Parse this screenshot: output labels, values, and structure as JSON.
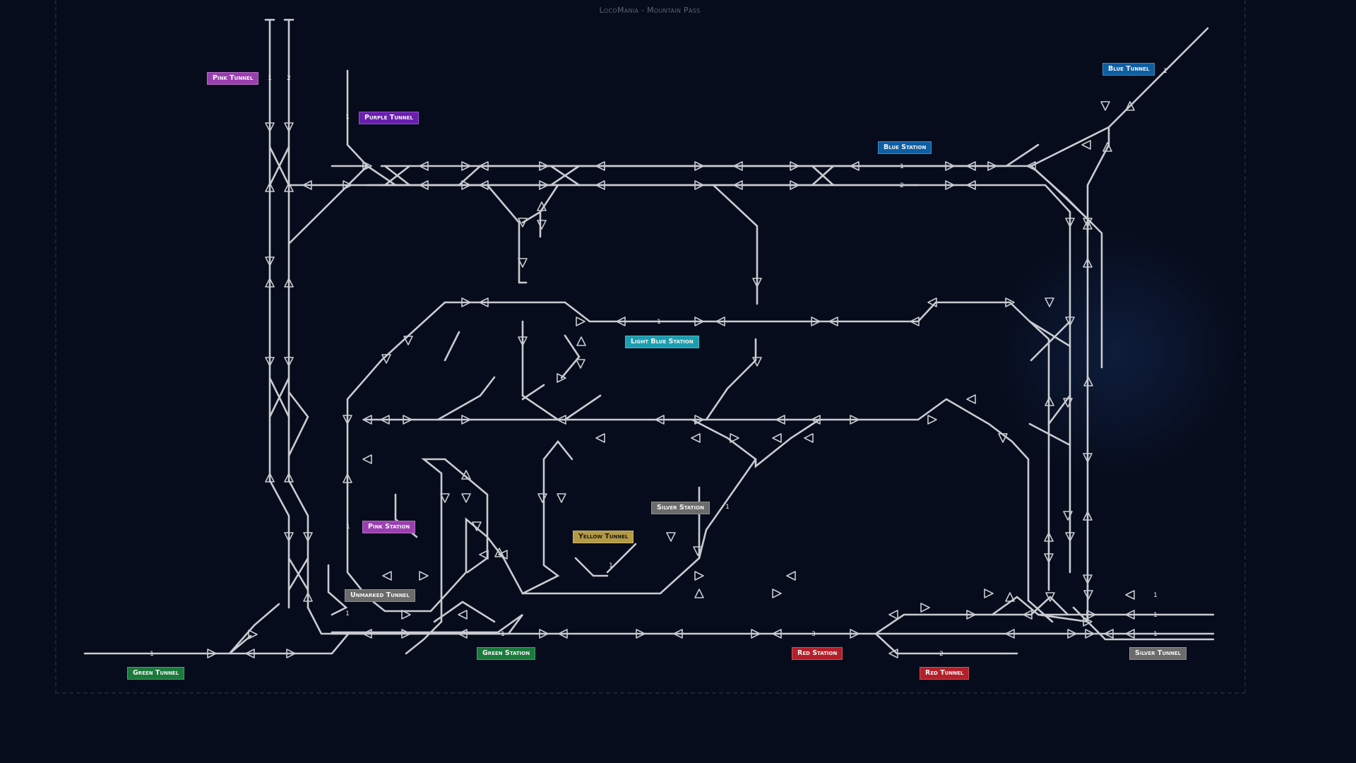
{
  "title": "LocoMania - Mountain Pass",
  "labels": {
    "pink_tunnel": "Pink Tunnel",
    "purple_tunnel": "Purple Tunnel",
    "blue_tunnel": "Blue Tunnel",
    "blue_station": "Blue Station",
    "light_blue_station": "Light Blue Station",
    "silver_station": "Silver Station",
    "yellow_tunnel": "Yellow Tunnel",
    "pink_station": "Pink Station",
    "unmarked_tunnel": "Unmarked Tunnel",
    "green_station": "Green Station",
    "red_station": "Red Station",
    "red_tunnel": "Red Tunnel",
    "silver_tunnel": "Silver Tunnel",
    "green_tunnel": "Green Tunnel"
  },
  "colors": {
    "pink": "#9b3fb0",
    "purple": "#6a1fb0",
    "blue": "#0d5fa3",
    "light_blue": "#1a9eb0",
    "silver": "#6b6b6b",
    "yellow": "#b59a45",
    "green": "#1a7a3c",
    "red": "#b3202a",
    "track": "#c9cbd0",
    "background": "#060c1b"
  },
  "track_numbers": [
    "1",
    "2",
    "1",
    "1",
    "1",
    "2",
    "1",
    "1",
    "1",
    "1",
    "1",
    "1",
    "1",
    "3",
    "2",
    "1",
    "1",
    "1"
  ]
}
